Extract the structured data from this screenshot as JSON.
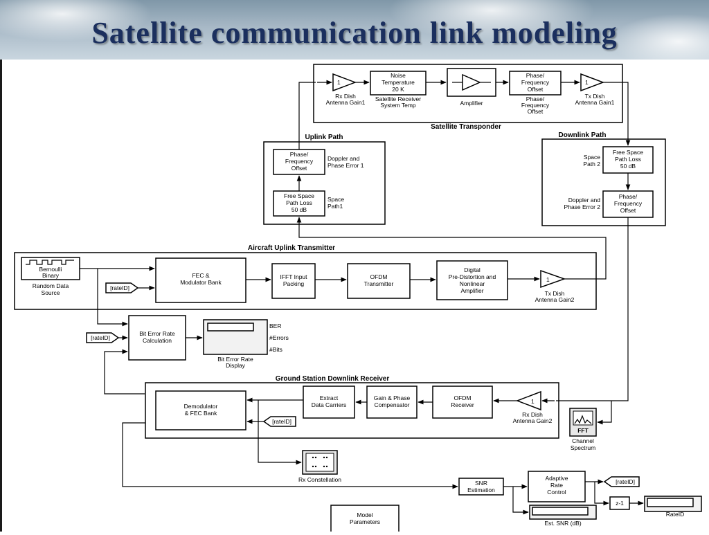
{
  "slide": {
    "title": "Satellite communication link modeling"
  },
  "satellite": {
    "title": "Satellite Transponder",
    "rx_gain": {
      "value": "1",
      "label1": "Rx Dish",
      "label2": "Antenna Gain1"
    },
    "noise": {
      "line1": "Noise",
      "line2": "Temperature",
      "line3": "20 K",
      "label1": "Satellite Receiver",
      "label2": "System Temp"
    },
    "amplifier": {
      "label": "Amplifier"
    },
    "phase": {
      "line1": "Phase/",
      "line2": "Frequency",
      "line3": "Offset",
      "label1": "Phase/",
      "label2": "Frequency",
      "label3": "Offset"
    },
    "tx_gain": {
      "value": "1",
      "label1": "Tx Dish",
      "label2": "Antenna Gain1"
    }
  },
  "uplink": {
    "title": "Uplink Path",
    "phase": {
      "line1": "Phase/",
      "line2": "Frequency",
      "line3": "Offset",
      "label1": "Doppler and",
      "label2": "Phase Error 1"
    },
    "fsl": {
      "line1": "Free Space",
      "line2": "Path Loss",
      "line3": "50 dB",
      "label1": "Space",
      "label2": "Path1"
    }
  },
  "downlink": {
    "title": "Downlink Path",
    "fsl": {
      "line1": "Free Space",
      "line2": "Path Loss",
      "line3": "50 dB",
      "label1": "Space",
      "label2": "Path 2"
    },
    "phase": {
      "line1": "Phase/",
      "line2": "Frequency",
      "line3": "Offset",
      "label1": "Doppler and",
      "label2": "Phase Error 2"
    }
  },
  "aircraft": {
    "title": "Aircraft Uplink Transmitter",
    "source": {
      "line1": "Bernoulli",
      "line2": "Binary",
      "label1": "Random Data",
      "label2": "Source"
    },
    "rate_tag": "[rateID]",
    "fec": {
      "line1": "FEC &",
      "line2": "Modulator Bank"
    },
    "ifft": {
      "line1": "IFFT Input",
      "line2": "Packing"
    },
    "ofdm": {
      "line1": "OFDM",
      "line2": "Transmitter"
    },
    "dpd": {
      "line1": "Digital",
      "line2": "Pre-Distortion and",
      "line3": "Nonlinear",
      "line4": "Amplifier"
    },
    "tx_gain": {
      "value": "1",
      "label1": "Tx Dish",
      "label2": "Antenna Gain2"
    }
  },
  "ber": {
    "rate_tag": "[rateID]",
    "calc": {
      "line1": "Bit Error Rate",
      "line2": "Calculation"
    },
    "display_label1": "Bit Error Rate",
    "display_label2": "Display",
    "out1": "BER",
    "out2": "#Errors",
    "out3": "#Bits"
  },
  "ground": {
    "title": "Ground Station Downlink Receiver",
    "demod": {
      "line1": "Demodulator",
      "line2": "& FEC Bank"
    },
    "rate_tag": "[rateID]",
    "extract": {
      "line1": "Extract",
      "line2": "Data Carriers"
    },
    "gain_phase": {
      "line1": "Gain & Phase",
      "line2": "Compensator"
    },
    "ofdm": {
      "line1": "OFDM",
      "line2": "Receiver"
    },
    "rx_gain": {
      "value": "1",
      "label1": "Rx Dish",
      "label2": "Antenna Gain2"
    }
  },
  "spectrum": {
    "text": "FFT",
    "label1": "Channel",
    "label2": "Spectrum"
  },
  "constellation": {
    "label": "Rx Constellation"
  },
  "snr": {
    "line1": "SNR",
    "line2": "Estimation",
    "est_label": "Est. SNR (dB)"
  },
  "adaptive": {
    "line1": "Adaptive",
    "line2": "Rate",
    "line3": "Control",
    "out_tag": "[rateID]"
  },
  "delay": {
    "text": "z-1"
  },
  "rateid": {
    "label": "RateID"
  },
  "model_params": {
    "line1": "Model",
    "line2": "Parameters"
  }
}
